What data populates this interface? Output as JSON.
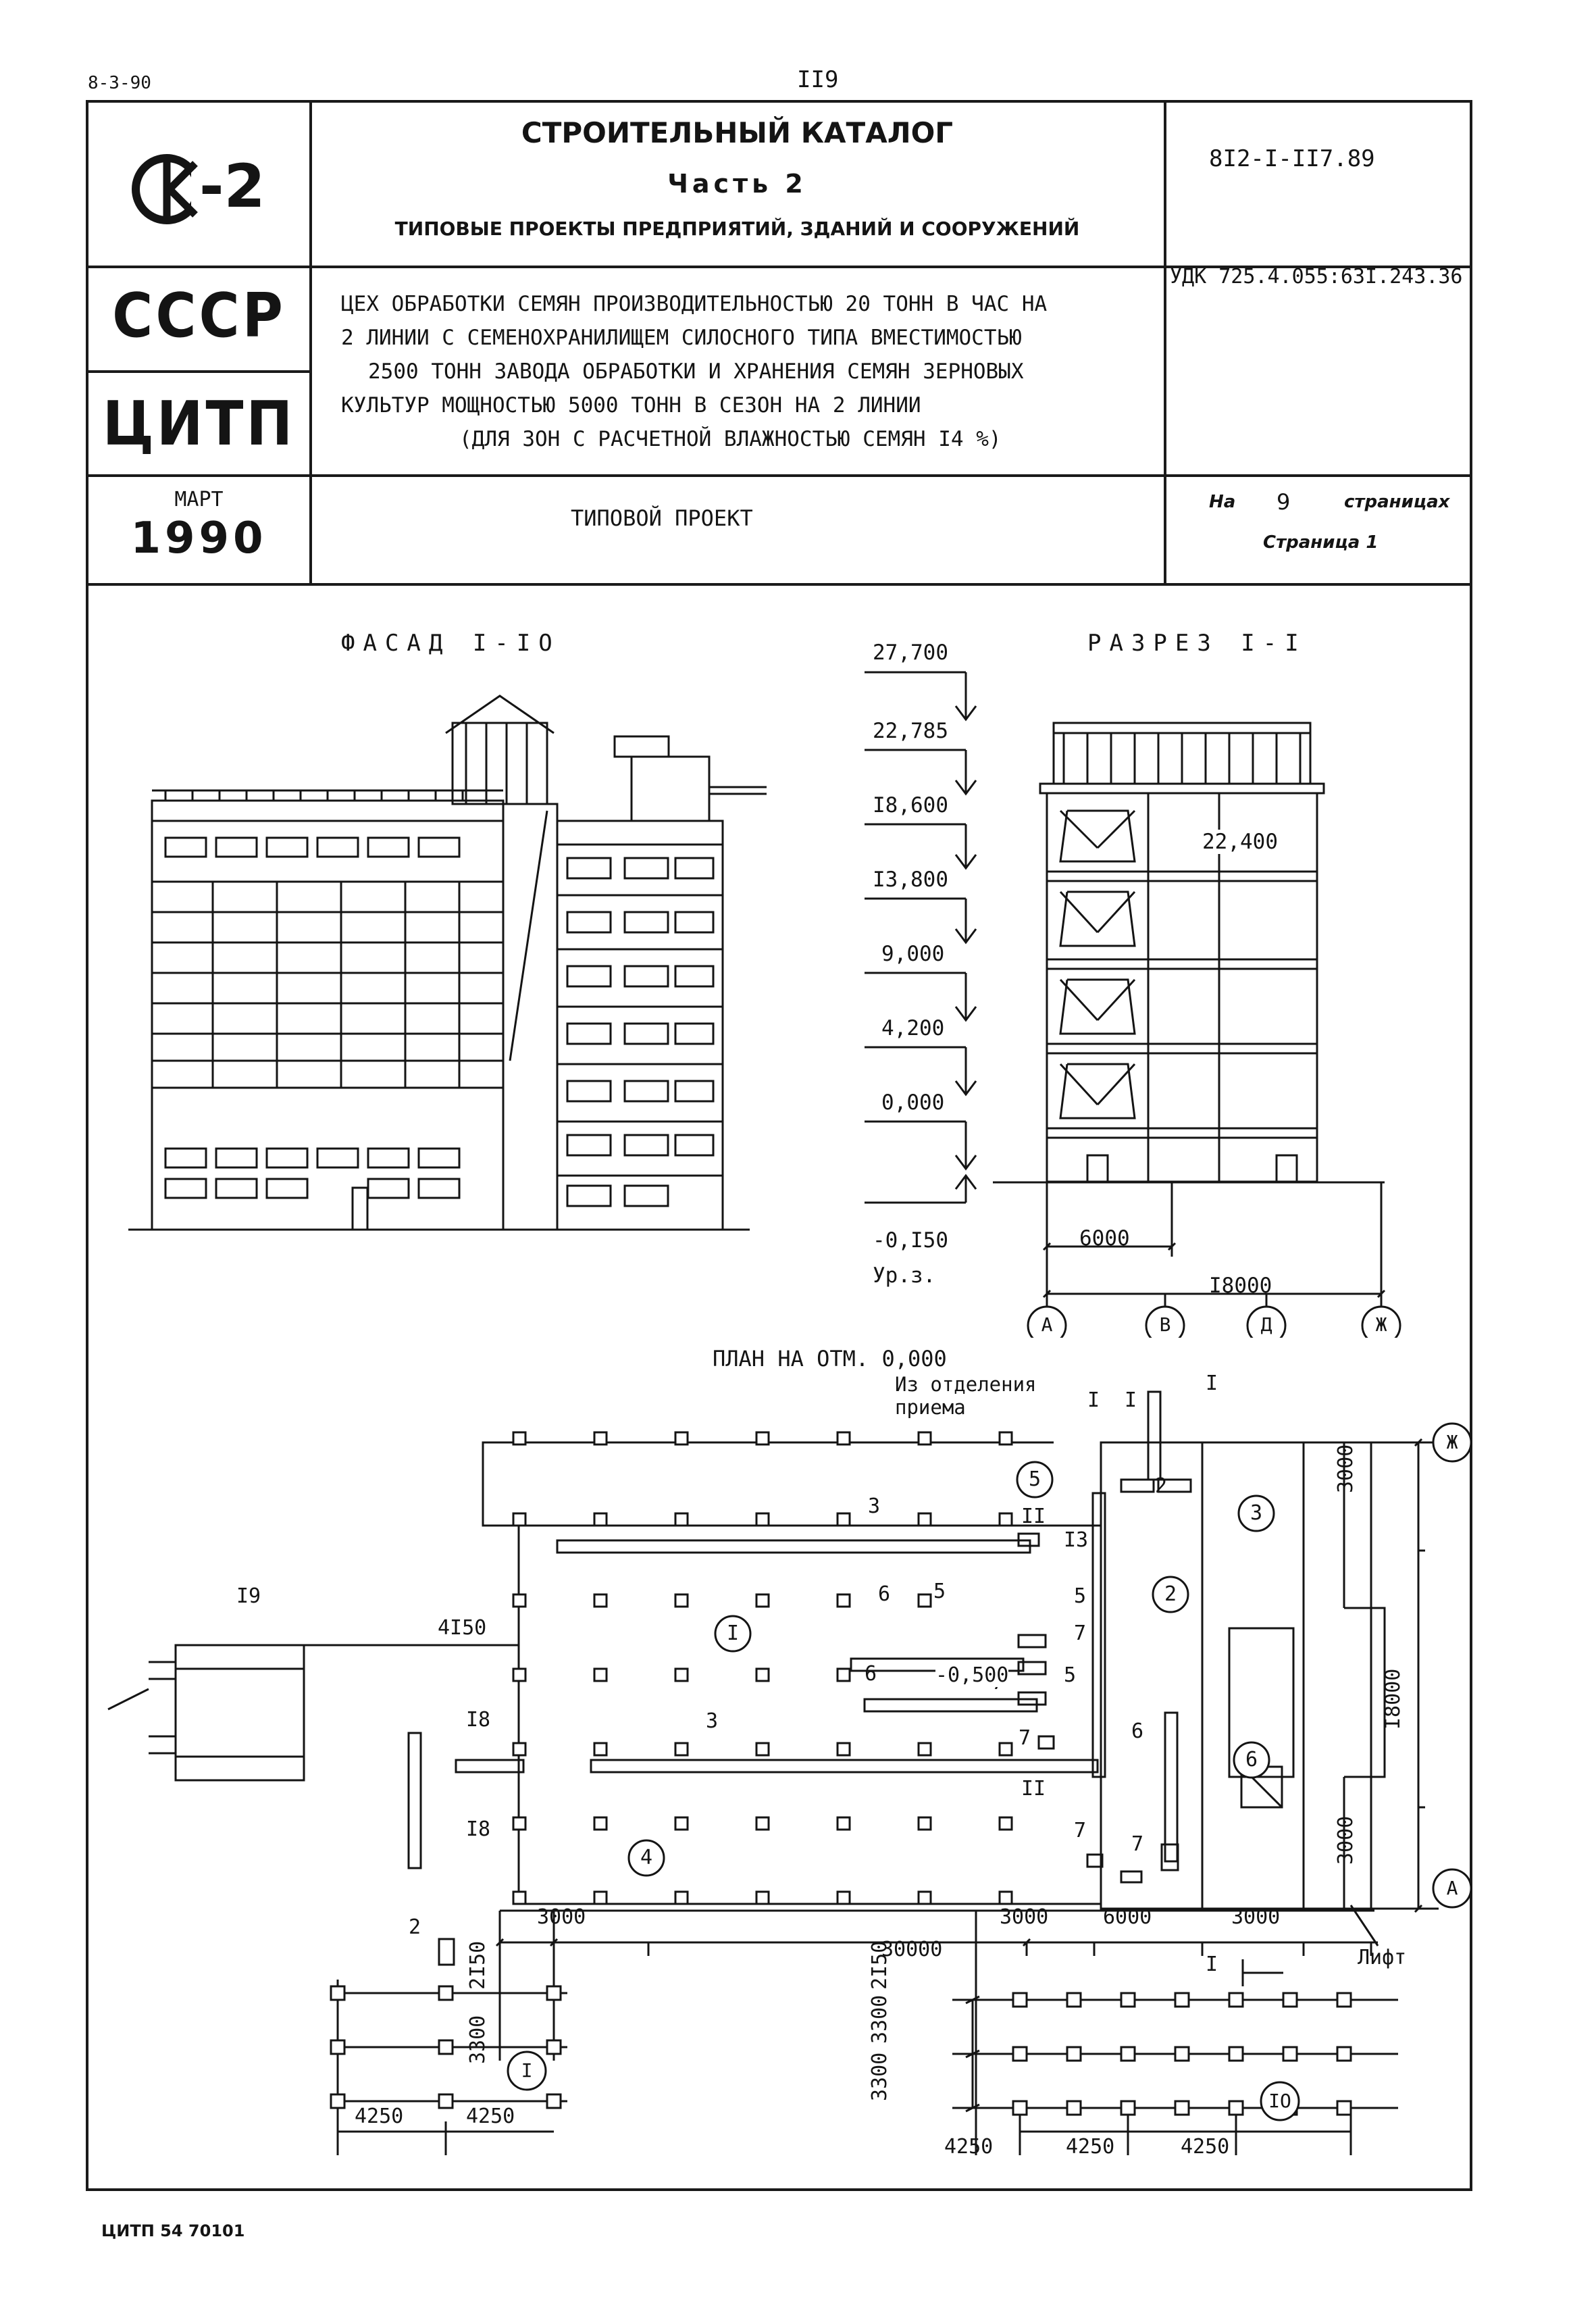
{
  "page": {
    "date_code": "8-3-90",
    "page_number": "II9",
    "footer_code": "ЦИТП 54 70101"
  },
  "header": {
    "logo": "СК-2",
    "catalog_title": "СТРОИТЕЛЬНЫЙ КАТАЛОГ",
    "part": "Часть 2",
    "part_subtitle": "ТИПОВЫЕ ПРОЕКТЫ ПРЕДПРИЯТИЙ, ЗДАНИЙ И СООРУЖЕНИЙ",
    "project_code": "8I2-I-II7.89",
    "org_country": "СССР",
    "org_name": "ЦИТП",
    "description_lines": [
      "ЦЕХ ОБРАБОТКИ СЕМЯН ПРОИЗВОДИТЕЛЬНОСТЬЮ 20 ТОНН В ЧАС НА",
      "2 ЛИНИИ С СЕМЕНОХРАНИЛИЩЕМ СИЛОСНОГО ТИПА ВМЕСТИМОСТЬЮ",
      "2500 ТОНН ЗАВОДА ОБРАБОТКИ И ХРАНЕНИЯ СЕМЯН ЗЕРНОВЫХ",
      "КУЛЬТУР МОЩНОСТЬЮ 5000 ТОНН В СЕЗОН НА 2 ЛИНИИ",
      "(ДЛЯ ЗОН С РАСЧЕТНОЙ ВЛАЖНОСТЬЮ СЕМЯН I4 %)"
    ],
    "udk": "УДК 725.4.055:63I.243.36",
    "month": "МАРТ",
    "year": "1990",
    "doc_type": "ТИПОВОЙ ПРОЕКТ",
    "pages_prefix": "На",
    "pages_count": "9",
    "pages_suffix": "страницах",
    "page_label": "Страница 1"
  },
  "drawings": {
    "facade_title": "ФАСАД I-IO",
    "section_title": "РАЗРЕЗ I-I",
    "elevations": [
      "27,700",
      "22,785",
      "I8,600",
      "I3,800",
      "9,000",
      "4,200",
      "0,000",
      "-0,I50"
    ],
    "ground_label": "Ур.з.",
    "inner_elevation": "22,400",
    "section_dims": [
      "6000",
      "I8000"
    ],
    "section_axes": [
      "А",
      "В",
      "Д",
      "Ж"
    ],
    "plan_title": "ПЛАН НА ОТМ. 0,000",
    "from_department_line1": "Из отделения",
    "from_department_line2": "приема",
    "lift_label": "Лифт",
    "room_numbers": [
      "I",
      "2",
      "3",
      "4",
      "5",
      "6"
    ],
    "equipment_labels": [
      "3",
      "3",
      "5",
      "5",
      "5",
      "6",
      "6",
      "6",
      "7",
      "7",
      "7",
      "7",
      "7",
      "II",
      "II",
      "I3",
      "I8",
      "I8",
      "I9",
      "2",
      "2",
      "I",
      "I",
      "I"
    ],
    "level_mark": "-0,500",
    "plan_dims_right": [
      "3000",
      "I8000",
      "3000"
    ],
    "plan_dims_bottom": [
      "3000",
      "30000",
      "3000",
      "6000",
      "3000"
    ],
    "plan_dim_left_top": "4I50",
    "plan_dims_vertical": [
      "2I50",
      "3300",
      "2I50",
      "3300",
      "3300"
    ],
    "grid_dims_left": [
      "4250",
      "4250"
    ],
    "grid_dims_right": [
      "4250",
      "4250",
      "4250"
    ],
    "plan_axes": [
      "Ж",
      "А",
      "I",
      "IO"
    ],
    "cut_mark": "I"
  }
}
